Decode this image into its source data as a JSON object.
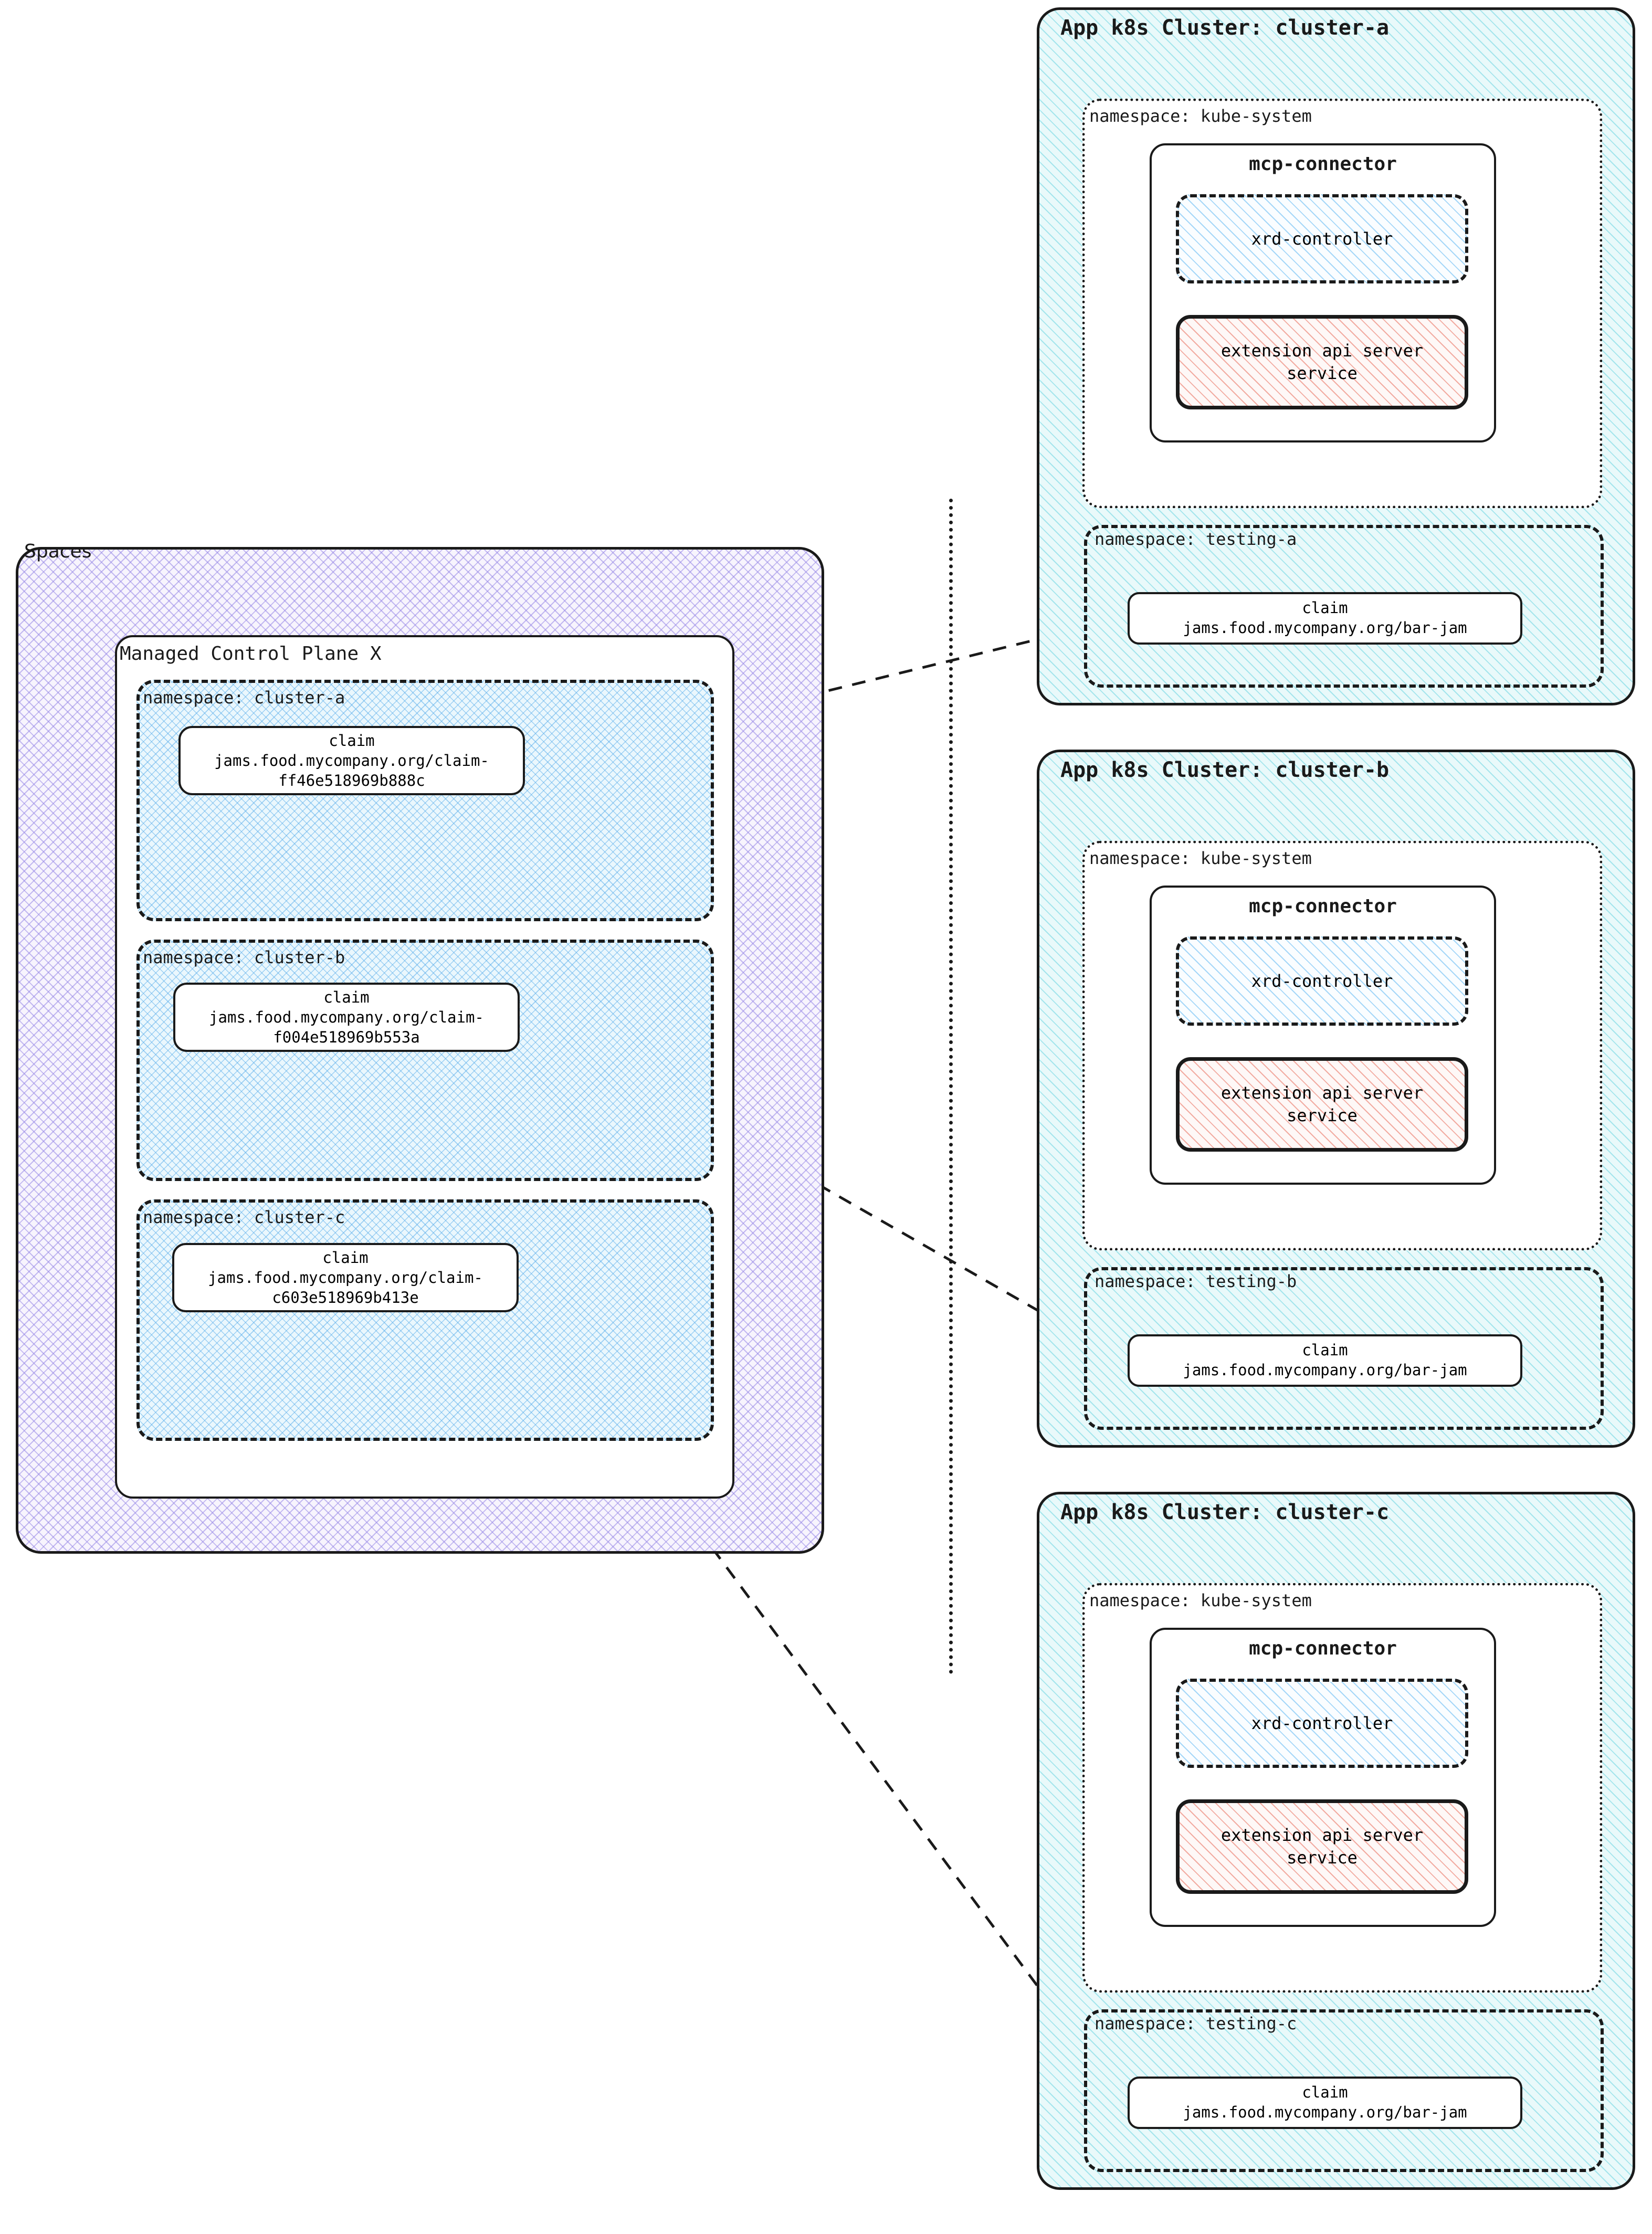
{
  "spaces": {
    "label": "Spaces",
    "hatch_color": "#9687e6",
    "mcp": {
      "label": "Managed Control Plane X",
      "namespaces": [
        {
          "label": "namespace: cluster-a",
          "claim": {
            "kind": "claim",
            "name": "jams.food.mycompany.org/claim-ff46e518969b888c"
          }
        },
        {
          "label": "namespace: cluster-b",
          "claim": {
            "kind": "claim",
            "name": "jams.food.mycompany.org/claim-f004e518969b553a"
          }
        },
        {
          "label": "namespace: cluster-c",
          "claim": {
            "kind": "claim",
            "name": "jams.food.mycompany.org/claim-c603e518969b413e"
          }
        }
      ]
    }
  },
  "clusters": [
    {
      "title": "App k8s Cluster: cluster-a",
      "kube_namespace": {
        "label": "namespace: kube-system"
      },
      "connector": {
        "title": "mcp-connector",
        "xrd_controller": "xrd-controller",
        "extension_api_server": {
          "line1": "extension api server",
          "line2": "service"
        }
      },
      "testing_namespace": {
        "label": "namespace: testing-a",
        "claim": {
          "kind": "claim",
          "name": "jams.food.mycompany.org/bar-jam"
        }
      }
    },
    {
      "title": "App k8s Cluster: cluster-b",
      "kube_namespace": {
        "label": "namespace: kube-system"
      },
      "connector": {
        "title": "mcp-connector",
        "xrd_controller": "xrd-controller",
        "extension_api_server": {
          "line1": "extension api server",
          "line2": "service"
        }
      },
      "testing_namespace": {
        "label": "namespace: testing-b",
        "claim": {
          "kind": "claim",
          "name": "jams.food.mycompany.org/bar-jam"
        }
      }
    },
    {
      "title": "App k8s Cluster: cluster-c",
      "kube_namespace": {
        "label": "namespace: kube-system"
      },
      "connector": {
        "title": "mcp-connector",
        "xrd_controller": "xrd-controller",
        "extension_api_server": {
          "line1": "extension api server",
          "line2": "service"
        }
      },
      "testing_namespace": {
        "label": "namespace: testing-c",
        "claim": {
          "kind": "claim",
          "name": "jams.food.mycompany.org/bar-jam"
        }
      }
    }
  ],
  "colors": {
    "spaces_hatch": "#9687e6",
    "mcp_namespace_hatch": "#5aafeb",
    "cluster_hatch": "#50cddc",
    "xrd_hatch": "#78c3f5",
    "extension_api_hatch": "#eb8273",
    "stroke": "#1a1a1a"
  }
}
